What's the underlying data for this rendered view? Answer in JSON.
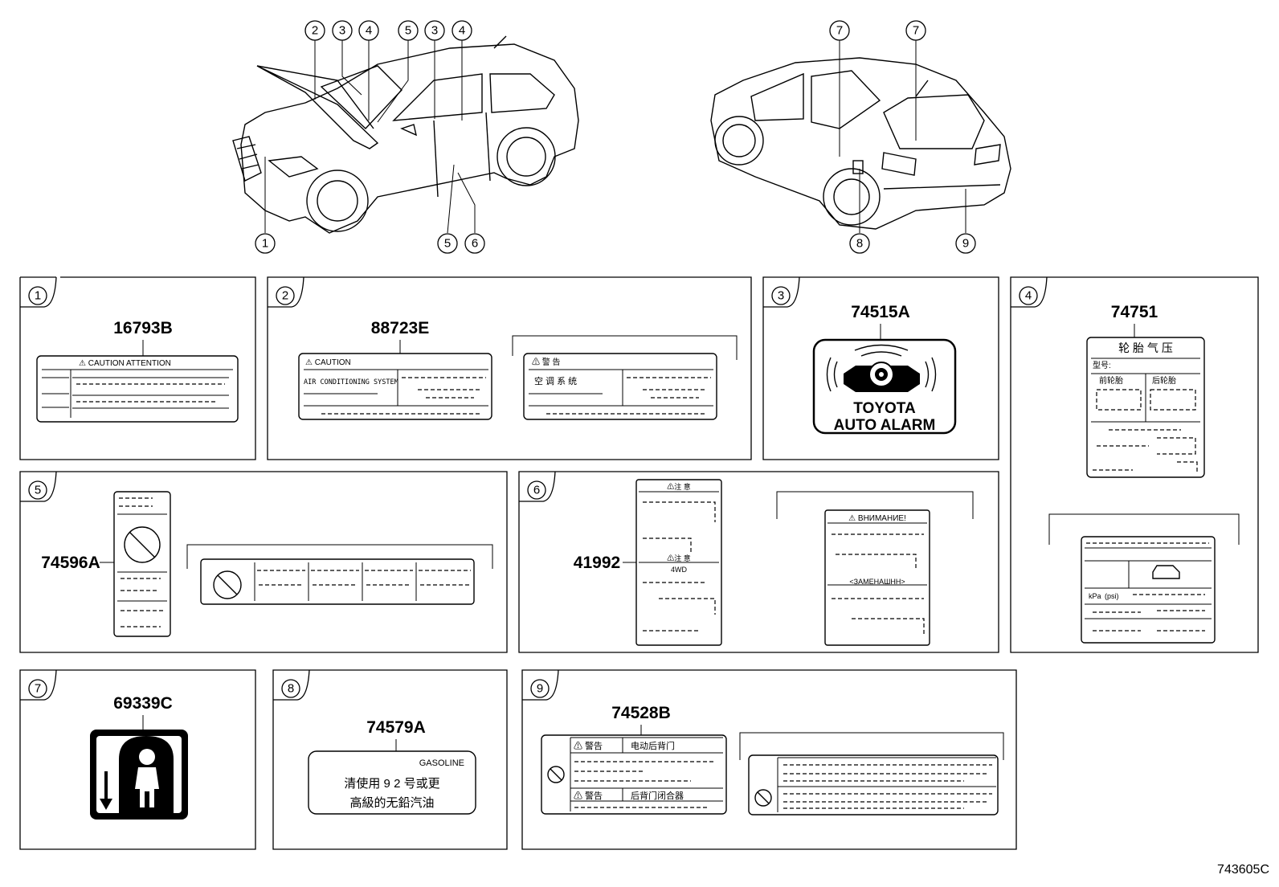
{
  "callout_numbers": {
    "c1": "1",
    "c2": "2",
    "c3": "3",
    "c4": "4",
    "c5": "5",
    "c6": "6",
    "c7": "7",
    "c8": "8",
    "c9": "9"
  },
  "panels": [
    {
      "id": "1",
      "part": "16793B",
      "label_text": "⚠ CAUTION  ATTENTION"
    },
    {
      "id": "2",
      "part": "88723E",
      "label_text": "⚠     CAUTION",
      "sub_text": "AIR CONDITIONING SYSTEM",
      "label2_text": "⚠ 警 告",
      "sub2_text": "空 调 系 统"
    },
    {
      "id": "3",
      "part": "74515A",
      "brand_line1": "TOYOTA",
      "brand_line2": "AUTO ALARM"
    },
    {
      "id": "4",
      "part": "74751",
      "title_cn": "轮 胎 气 压",
      "field1": "型号:",
      "col1": "前轮胎",
      "col2": "后轮胎",
      "unit1": "kPa",
      "unit2": "(psi)"
    },
    {
      "id": "5",
      "part": "74596A"
    },
    {
      "id": "6",
      "part": "41992",
      "warn1": "⚠注 意",
      "warn2": "⚠注 意",
      "tag": "4WD",
      "ru_title": "⚠ ВНИМАНИЕ!",
      "ru_sub": "<ЗАМЕНАШНН>"
    },
    {
      "id": "7",
      "part": "69339C"
    },
    {
      "id": "8",
      "part": "74579A",
      "fuel": "GASOLINE",
      "line1": "清使用 9 2 号或更",
      "line2": "高級的无鉛汽油"
    },
    {
      "id": "9",
      "part": "74528B",
      "w1": "⚠ 警告",
      "w1_text": "电动后背门",
      "w2": "⚠ 警告",
      "w2_text": "后背门闭合器"
    }
  ],
  "diagram_code": "743605C"
}
